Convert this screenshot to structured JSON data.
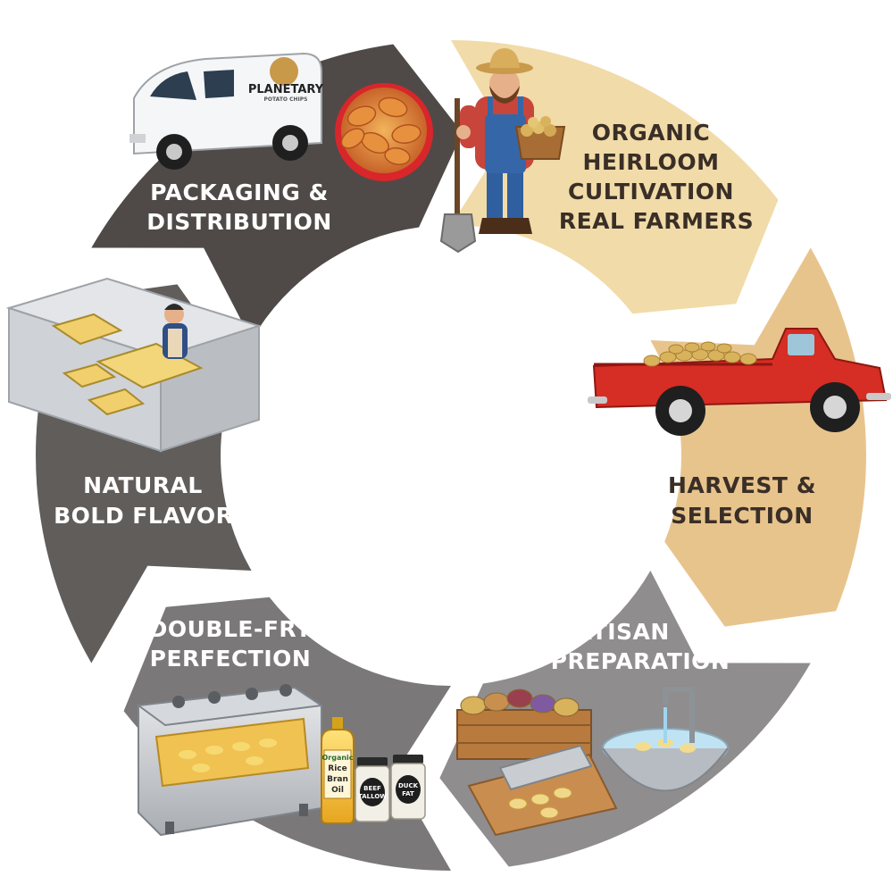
{
  "stages": [
    {
      "id": "cultivation",
      "lines": [
        "ORGANIC",
        "HEIRLOOM",
        "CULTIVATION",
        "REAL FARMERS"
      ],
      "color": "#f1dba8"
    },
    {
      "id": "harvest",
      "lines": [
        "HARVEST &",
        "SELECTION"
      ],
      "color": "#e8c48d"
    },
    {
      "id": "preparation",
      "lines": [
        "ARTISAN",
        "PREPARATION"
      ],
      "color": "#8f8d8e"
    },
    {
      "id": "frying",
      "lines": [
        "DOUBLE-FRY",
        "PERFECTION"
      ],
      "color": "#7a7879"
    },
    {
      "id": "flavors",
      "lines": [
        "NATURAL",
        "BOLD FLAVORS"
      ],
      "color": "#605d5b"
    },
    {
      "id": "packaging",
      "lines": [
        "PACKAGING &",
        "DISTRIBUTION"
      ],
      "color": "#4f4a47"
    }
  ],
  "van_brand": "PLANETARY",
  "van_sub": "POTATO CHIPS",
  "bottle_label": [
    "Organic",
    "Rice",
    "Bran",
    "Oil"
  ],
  "jar_labels": [
    [
      "BEEF",
      "TALLOW"
    ],
    [
      "DUCK",
      "FAT"
    ]
  ]
}
